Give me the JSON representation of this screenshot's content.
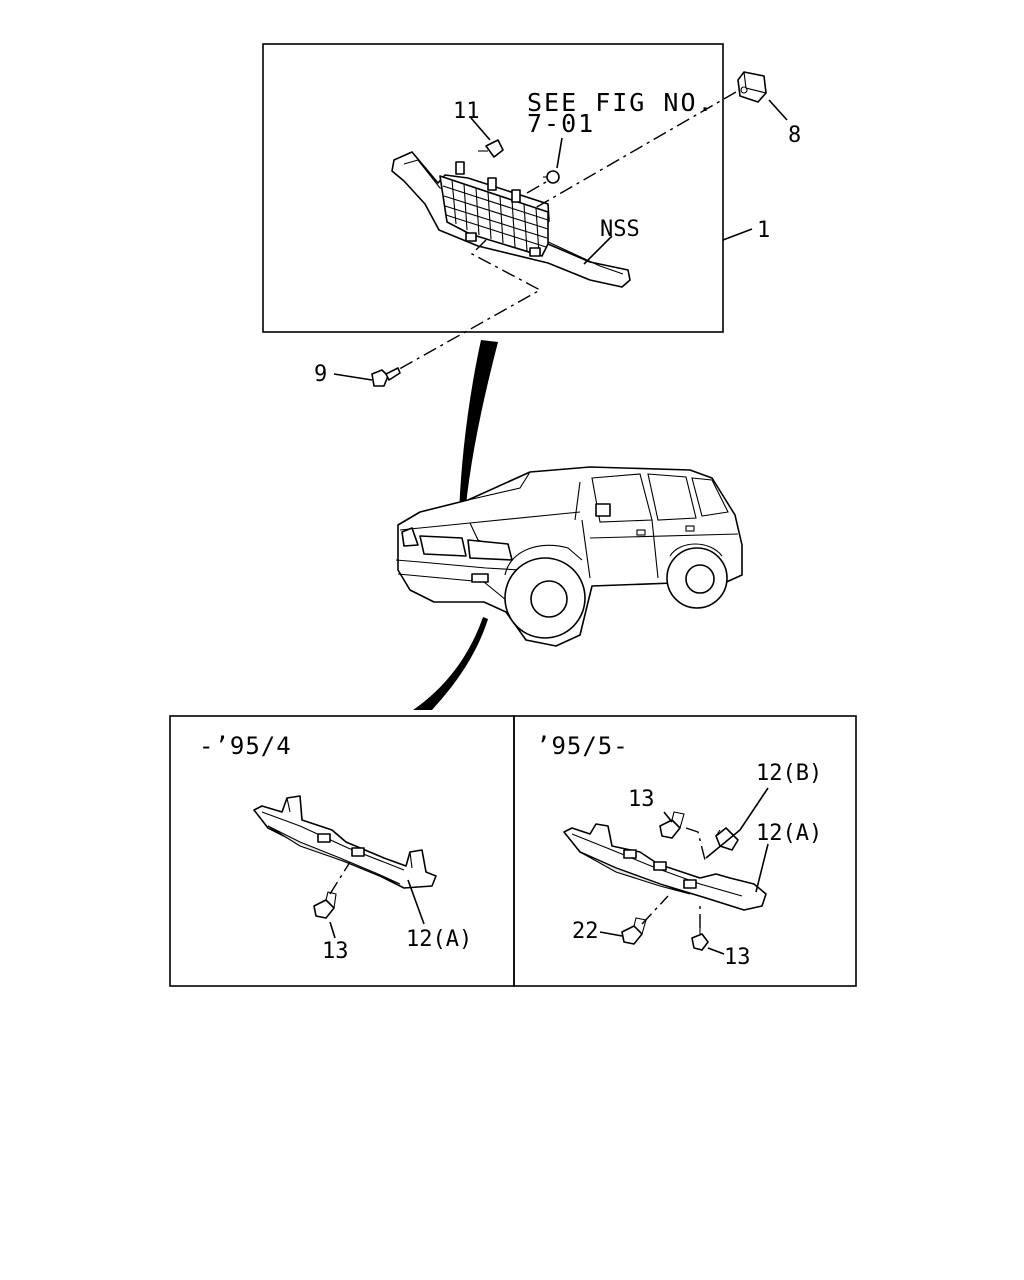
{
  "diagram": {
    "grille_panel": {
      "note_line1": "SEE FIG NO.",
      "note_line2": "7-01",
      "labels": {
        "p1": "1",
        "p8": "8",
        "p9": "9",
        "p11": "11",
        "nss": "NSS"
      }
    },
    "lower_left_panel": {
      "era": "-’95/4",
      "labels": {
        "p13": "13",
        "p12a": "12(A)"
      }
    },
    "lower_right_panel": {
      "era": "’95/5-",
      "labels": {
        "p13_top": "13",
        "p12b": "12(B)",
        "p12a": "12(A)",
        "p22": "22",
        "p13_bottom": "13"
      }
    }
  }
}
